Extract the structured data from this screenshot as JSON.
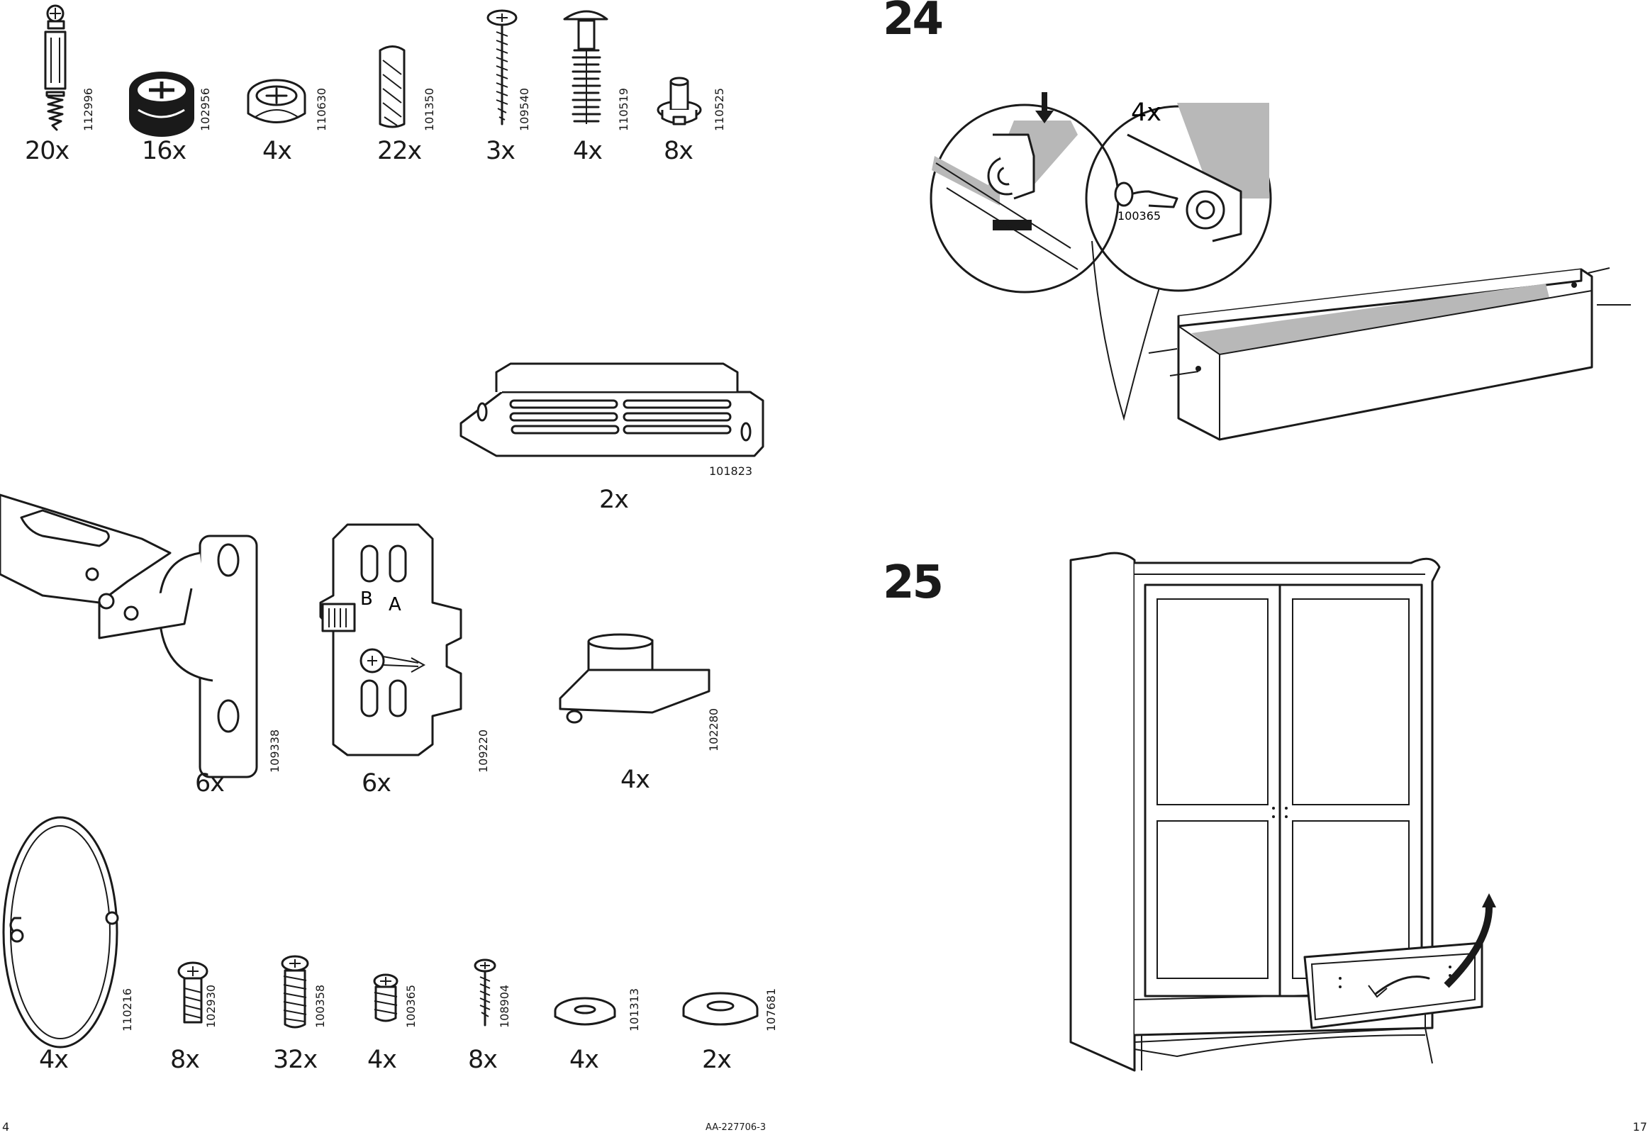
{
  "page_left": {
    "page_number": "4",
    "parts_row1": [
      {
        "code": "112996",
        "qty": "20x",
        "icon": "cam-bolt-icon"
      },
      {
        "code": "102956",
        "qty": "16x",
        "icon": "cam-lock-black-icon"
      },
      {
        "code": "110630",
        "qty": "4x",
        "icon": "cam-lock-icon"
      },
      {
        "code": "101350",
        "qty": "22x",
        "icon": "wood-dowel-icon"
      },
      {
        "code": "109540",
        "qty": "3x",
        "icon": "long-screw-icon"
      },
      {
        "code": "110519",
        "qty": "4x",
        "icon": "barbed-pin-icon"
      },
      {
        "code": "110525",
        "qty": "8x",
        "icon": "shelf-pin-icon"
      }
    ],
    "magnet_catch": {
      "code": "101823",
      "qty": "2x",
      "icon": "magnet-catch-icon"
    },
    "parts_row3": [
      {
        "code": "109338",
        "qty": "6x",
        "icon": "hinge-icon"
      },
      {
        "code": "109220",
        "qty": "6x",
        "icon": "mounting-plate-icon"
      },
      {
        "code": "102280",
        "qty": "4x",
        "icon": "rod-clip-icon"
      }
    ],
    "parts_row4": [
      {
        "code": "110216",
        "qty": "4x",
        "icon": "ring-handle-icon"
      },
      {
        "code": "102930",
        "qty": "8x",
        "icon": "short-screw-icon"
      },
      {
        "code": "100358",
        "qty": "32x",
        "icon": "euro-screw-icon"
      },
      {
        "code": "100365",
        "qty": "4x",
        "icon": "small-euro-screw-icon"
      },
      {
        "code": "108904",
        "qty": "8x",
        "icon": "small-screw-icon"
      },
      {
        "code": "101313",
        "qty": "4x",
        "icon": "washer-icon"
      },
      {
        "code": "107681",
        "qty": "2x",
        "icon": "large-washer-icon"
      }
    ]
  },
  "document_id": "AA-227706-3",
  "page_right": {
    "page_number": "17",
    "step24": {
      "number": "24",
      "callout_qty": "4x",
      "callout_code": "100365"
    },
    "step25": {
      "number": "25"
    }
  }
}
